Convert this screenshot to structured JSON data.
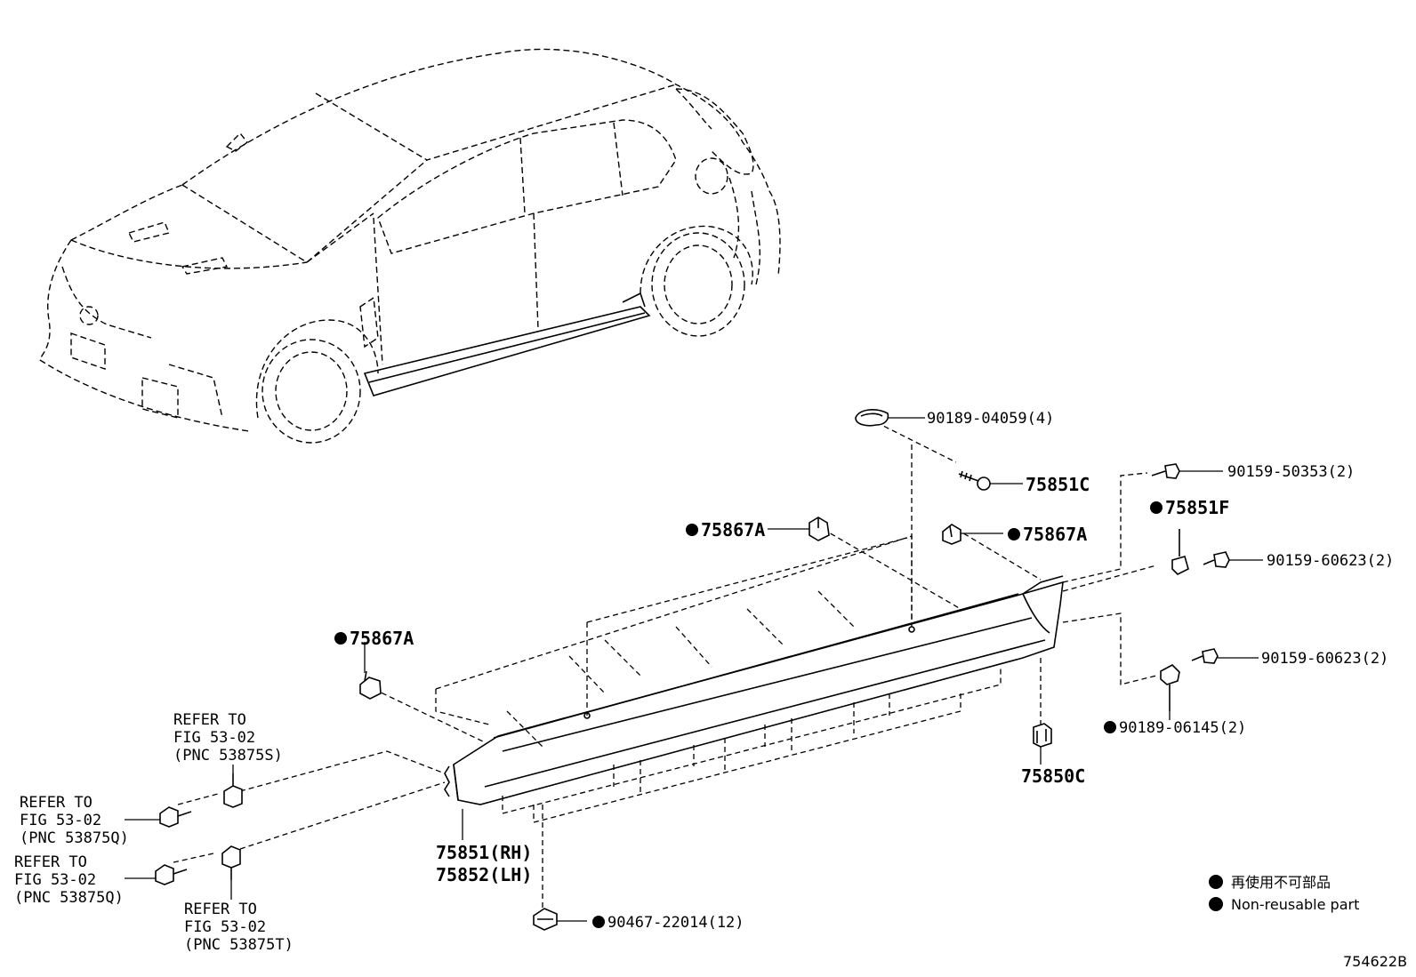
{
  "parts": {
    "p_90189_04059": "90189-04059(4)",
    "p_75851C": "75851C",
    "p_90159_50353": "90159-50353(2)",
    "p_75851F": "75851F",
    "p_90159_60623_a": "90159-60623(2)",
    "p_90159_60623_b": "90159-60623(2)",
    "p_90189_06145": "90189-06145(2)",
    "p_75850C": "75850C",
    "p_75867A_top": "75867A",
    "p_75867A_right": "75867A",
    "p_75867A_left": "75867A",
    "p_75851_RH": "75851(RH)",
    "p_75852_LH": "75852(LH)",
    "p_90467_22014": "90467-22014(12)"
  },
  "refs": {
    "ref1": {
      "line1": "REFER TO",
      "line2": "FIG 53-02",
      "line3": "(PNC 53875S)"
    },
    "ref2": {
      "line1": "REFER TO",
      "line2": "FIG 53-02",
      "line3": "(PNC 53875Q)"
    },
    "ref3": {
      "line1": "REFER TO",
      "line2": "FIG 53-02",
      "line3": "(PNC 53875Q)"
    },
    "ref4": {
      "line1": "REFER TO",
      "line2": "FIG 53-02",
      "line3": "(PNC 53875T)"
    }
  },
  "legend": {
    "japanese": "再使用不可部品",
    "english": "Non-reusable part"
  },
  "figure_number": "754622B"
}
